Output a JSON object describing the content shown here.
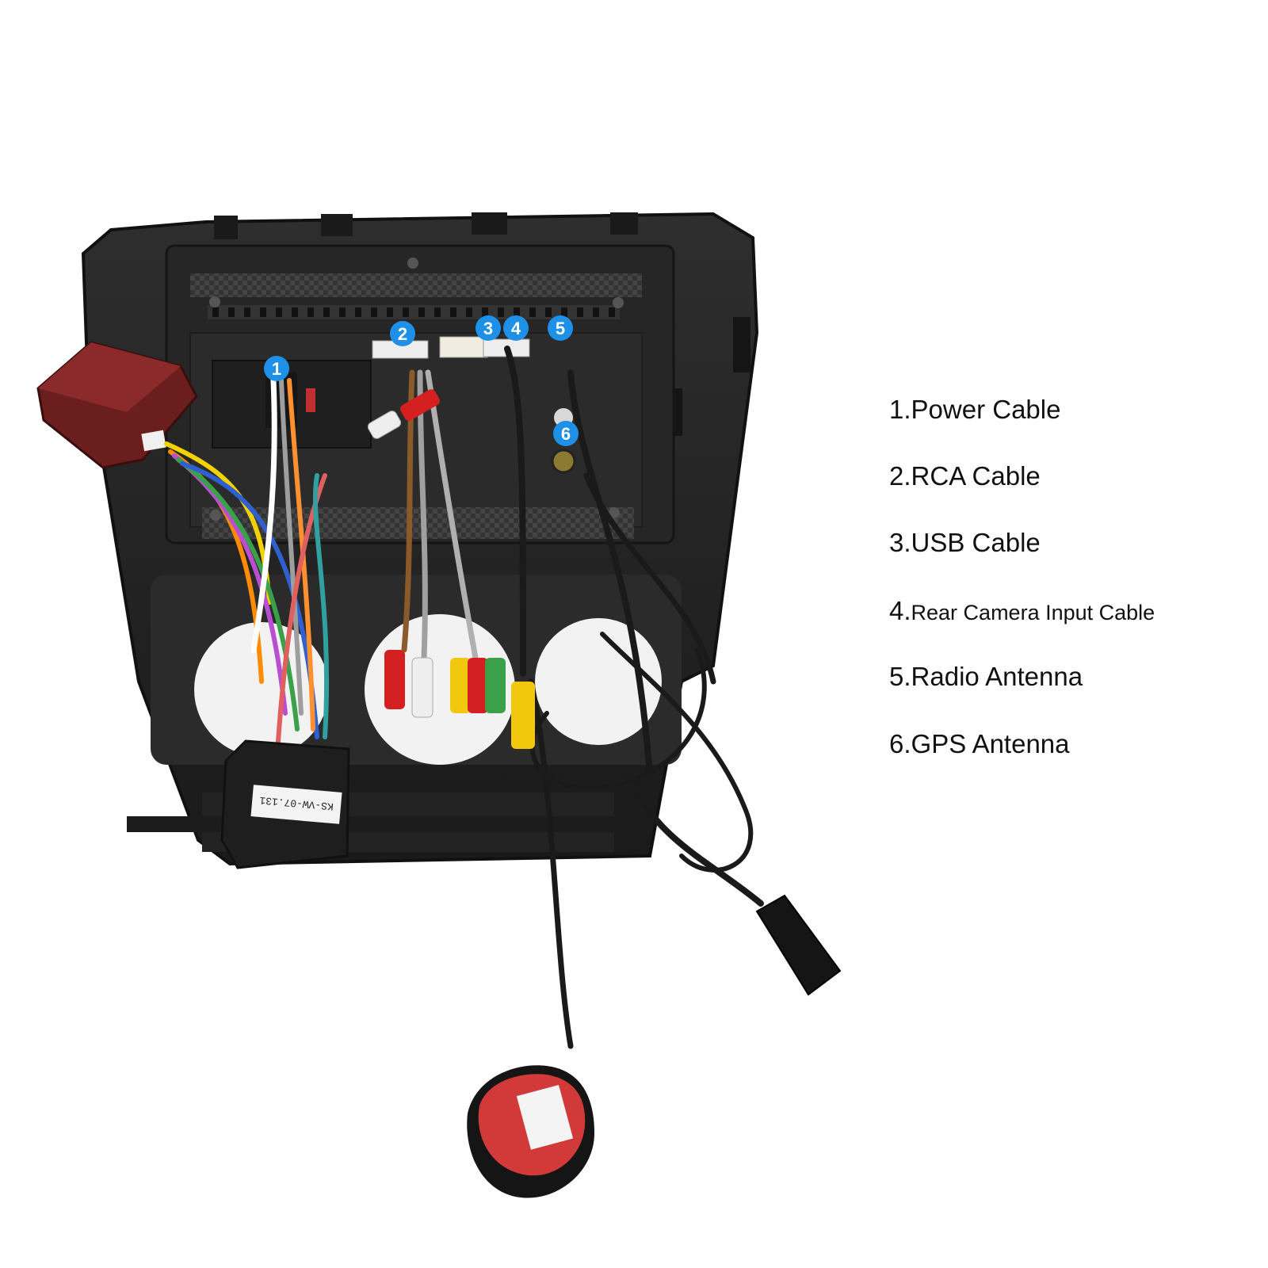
{
  "legend": {
    "items": [
      {
        "num": "1.",
        "label": "Power Cable"
      },
      {
        "num": "2.",
        "label": "RCA Cable"
      },
      {
        "num": "3.",
        "label": "USB Cable"
      },
      {
        "num": "4.",
        "label": "Rear Camera Input Cable"
      },
      {
        "num": "5.",
        "label": "Radio Antenna"
      },
      {
        "num": "6.",
        "label": "GPS Antenna"
      }
    ]
  },
  "markers": [
    "1",
    "2",
    "3",
    "4",
    "5",
    "6"
  ],
  "adapter_label": "KS-VW-07.131",
  "colors": {
    "marker": "#1e90e8",
    "panel": "#2a2a2a",
    "frame": "#1c1c1c",
    "canbus_box": "#6b1e1e",
    "rca_red": "#d42020",
    "rca_white": "#eeeeee",
    "rca_yellow": "#f2c80f",
    "gps_puck_top": "#d23a3a"
  }
}
